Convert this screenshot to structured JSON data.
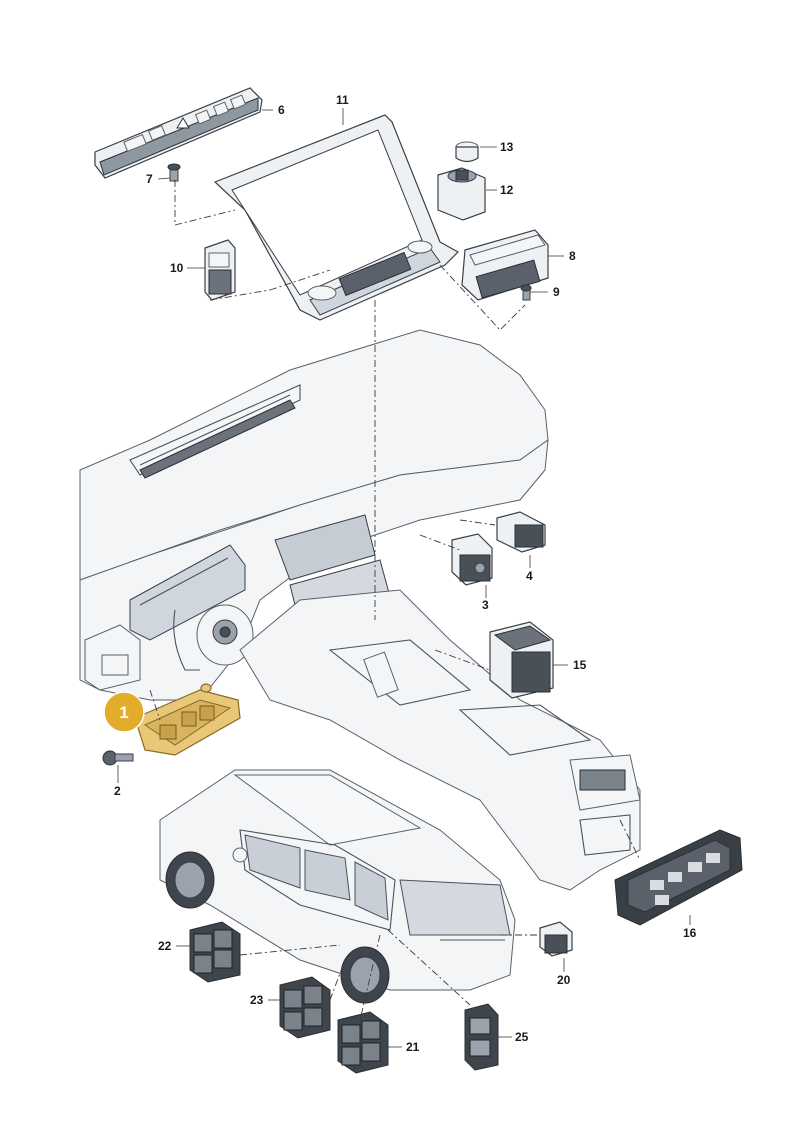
{
  "diagram": {
    "callouts": [
      {
        "id": "6",
        "label": "6"
      },
      {
        "id": "11",
        "label": "11"
      },
      {
        "id": "13",
        "label": "13"
      },
      {
        "id": "7",
        "label": "7"
      },
      {
        "id": "12",
        "label": "12"
      },
      {
        "id": "10",
        "label": "10"
      },
      {
        "id": "8",
        "label": "8"
      },
      {
        "id": "9",
        "label": "9"
      },
      {
        "id": "4",
        "label": "4"
      },
      {
        "id": "3",
        "label": "3"
      },
      {
        "id": "15",
        "label": "15"
      },
      {
        "id": "2",
        "label": "2"
      },
      {
        "id": "16",
        "label": "16"
      },
      {
        "id": "22",
        "label": "22"
      },
      {
        "id": "20",
        "label": "20"
      },
      {
        "id": "23",
        "label": "23"
      },
      {
        "id": "25",
        "label": "25"
      },
      {
        "id": "21",
        "label": "21"
      }
    ],
    "highlight": {
      "label": "1",
      "color": "#e3ad2c"
    },
    "colors": {
      "line": "#3a3f46",
      "panel": "#eef1f4",
      "highlight_part": "#e8c878"
    }
  }
}
